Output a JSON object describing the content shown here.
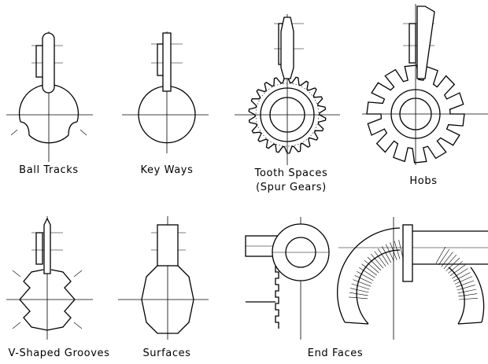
{
  "captions": {
    "ball_tracks": "Ball Tracks",
    "key_ways": "Key Ways",
    "tooth_spaces_line1": "Tooth Spaces",
    "tooth_spaces_line2": "(Spur Gears)",
    "hobs": "Hobs",
    "v_grooves": "V-Shaped Grooves",
    "surfaces": "Surfaces",
    "end_faces": "End Faces"
  },
  "gear": {
    "teeth": 22
  },
  "hob": {
    "teeth": 14
  }
}
